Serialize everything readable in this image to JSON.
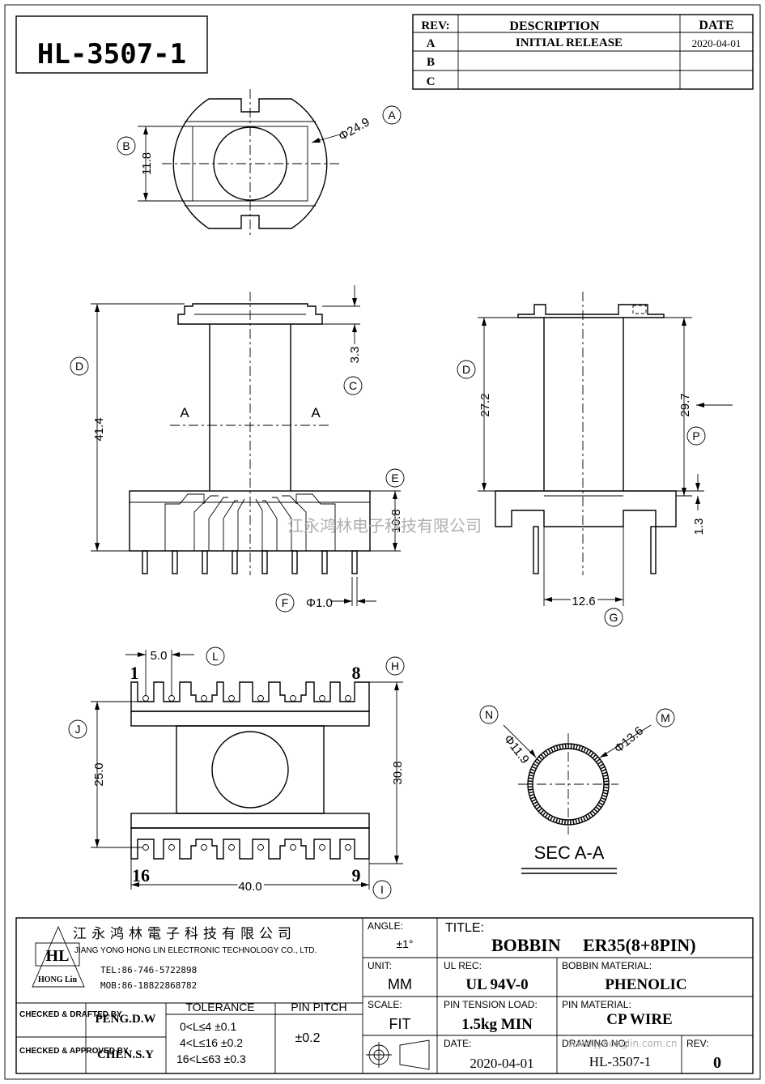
{
  "part_number": "HL-3507-1",
  "rev_table": {
    "headers": {
      "rev": "REV:",
      "description": "DESCRIPTION",
      "date": "DATE"
    },
    "rows": [
      {
        "rev": "A",
        "description": "INITIAL RELEASE",
        "date": "2020-04-01"
      },
      {
        "rev": "B",
        "description": "",
        "date": ""
      },
      {
        "rev": "C",
        "description": "",
        "date": ""
      }
    ]
  },
  "dimensions": {
    "dia_outer": "Φ24.9",
    "width_top": "11.8",
    "height_total": "41.4",
    "flange_offset": "3.3",
    "base_height": "10.8",
    "pin_dia": "Φ1.0",
    "core_height_side": "27.2",
    "height_side": "29.7",
    "standoff": "1.3",
    "pin_span_side": "12.6",
    "pin_pitch": "5.0",
    "row_spacing": "25.0",
    "depth": "30.8",
    "width_bottom": "40.0",
    "inner_dia": "Φ11.9",
    "outer_dia": "Φ13.6"
  },
  "callouts": {
    "a": "A",
    "b": "B",
    "c": "C",
    "d": "D",
    "e": "E",
    "f": "F",
    "g": "G",
    "h": "H",
    "i": "I",
    "j": "J",
    "l": "L",
    "m": "M",
    "n": "N",
    "p": "P"
  },
  "section_markers": {
    "left": "A",
    "right": "A"
  },
  "section_label": "SEC  A-A",
  "pin_numbers": {
    "p1": "1",
    "p8": "8",
    "p16": "16",
    "p9": "9"
  },
  "watermark": {
    "center": "江永鸿林电子科技有限公司",
    "corner": "www.jyhonglin.com.cn"
  },
  "title_block": {
    "company_cn": "江永鸿林電子科技有限公司",
    "company_en": "JIANG YONG HONG LIN ELECTRONIC TECHNOLOGY CO., LTD.",
    "logo_text": "HL",
    "logo_sub": "HONG Lin",
    "tel": "TEL:86-746-5722898",
    "mob": "MOB:86-18822868782",
    "angle_label": "ANGLE:",
    "angle_value": "±1°",
    "title_label": "TITLE:",
    "title_value_1": "BOBBIN",
    "title_value_2": "ER35(8+8PIN)",
    "unit_label": "UNIT:",
    "unit_value": "MM",
    "ul_label": "UL REC:",
    "ul_value": "UL 94V-0",
    "bobbin_mat_label": "BOBBIN MATERIAL:",
    "bobbin_mat_value": "PHENOLIC",
    "checked_drafted": "CHECKED & DRAFTED BY",
    "drafted_by": "PENG.D.W",
    "checked_approved": "CHECKED & APPROVED BY",
    "approved_by": "CHEN.S.Y",
    "tolerance_label": "TOLERANCE",
    "tol_rows": [
      "0<L≤4  ±0.1",
      "4<L≤16 ±0.2",
      "16<L≤63 ±0.3"
    ],
    "pin_pitch_label": "PIN PITCH",
    "pin_pitch_value": "±0.2",
    "scale_label": "SCALE:",
    "scale_value": "FIT",
    "tension_label": "PIN TENSION LOAD:",
    "tension_value": "1.5kg MIN",
    "pin_mat_label": "PIN MATERIAL:",
    "pin_mat_value": "CP WIRE",
    "date_label": "DATE:",
    "date_value": "2020-04-01",
    "drawing_no_label": "DRAWING NO:",
    "drawing_no_value": "HL-3507-1",
    "rev_label": "REV:",
    "rev_value": "0"
  }
}
